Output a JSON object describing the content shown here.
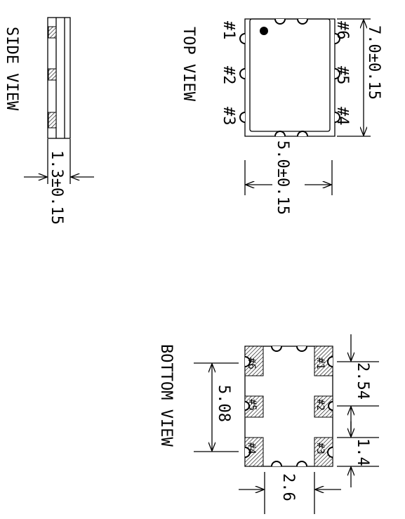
{
  "views": {
    "side": {
      "title": "SIDE VIEW",
      "thickness_dim": "1.3±0.15"
    },
    "top": {
      "title": "TOP VIEW",
      "pins_left": [
        "#1",
        "#2",
        "#3"
      ],
      "pins_right": [
        "#6",
        "#5",
        "#4"
      ],
      "length_dim": "7.0±0.15",
      "width_dim": "5.0±0.15"
    },
    "bottom": {
      "title": "BOTTOM VIEW",
      "pads_left": [
        "#6",
        "#5",
        "#4"
      ],
      "pads_right": [
        "#1",
        "#2",
        "#3"
      ],
      "row_spacing_dim": "5.08",
      "pitch_dim": "2.54",
      "pad_width_dim": "1.4",
      "pad_length_dim": "2.6"
    }
  }
}
